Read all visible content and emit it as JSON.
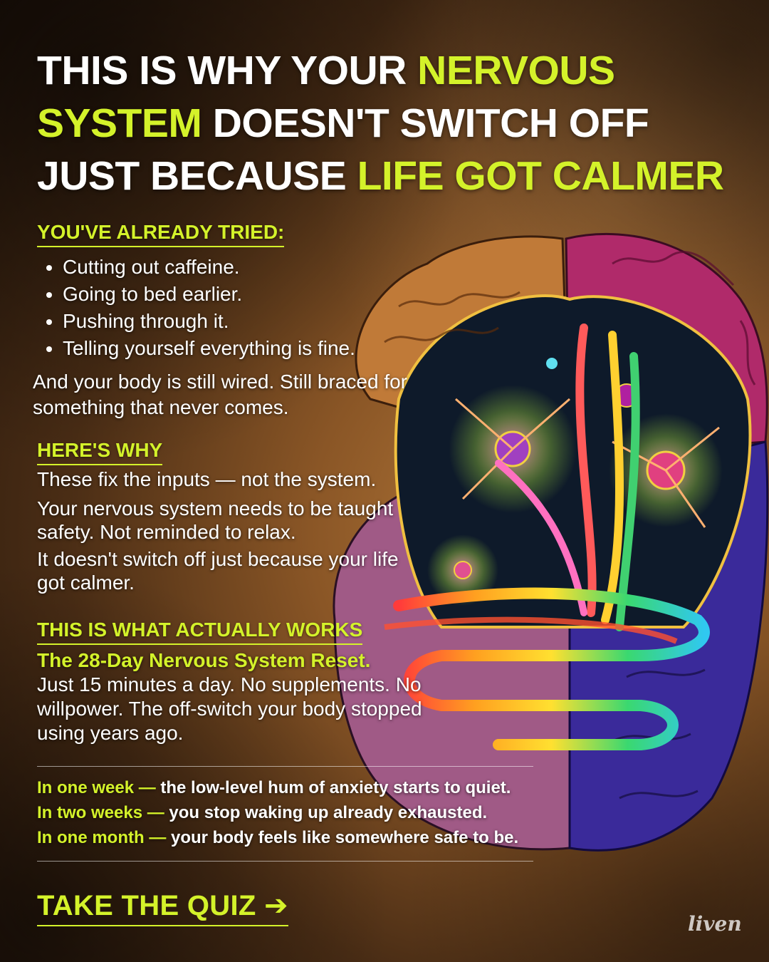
{
  "headline": {
    "part1": "THIS IS WHY YOUR ",
    "part2": "NERVOUS SYSTEM",
    "part3": " DOESN'T SWITCH OFF JUST BECAUSE ",
    "part4": "LIFE GOT CALMER"
  },
  "tried": {
    "heading": "YOU'VE ALREADY TRIED:",
    "items": [
      "Cutting out caffeine.",
      "Going to bed earlier.",
      "Pushing through it.",
      "Telling yourself everything is fine."
    ],
    "after": "And your body is still wired. Still braced for something that never comes."
  },
  "why": {
    "heading": "HERE'S WHY",
    "p1": "These fix the inputs — not the system.",
    "p2": "Your nervous system needs to be taught safety. Not reminded to relax.",
    "p3": "It doesn't switch off just because your life got calmer."
  },
  "works": {
    "heading": "THIS IS WHAT ACTUALLY WORKS",
    "program": "The 28-Day Nervous System Reset.",
    "description": "Just 15 minutes a day. No supplements. No willpower. The off-switch your body stopped using years ago."
  },
  "timeline": [
    {
      "when": "In one week —",
      "text": " the low-level hum of anxiety starts to quiet."
    },
    {
      "when": "In two weeks —",
      "text": " you stop waking up already exhausted."
    },
    {
      "when": "In one month —",
      "text": " your body feels like somewhere safe to be."
    }
  ],
  "cta": {
    "label": "TAKE THE QUIZ",
    "arrow": "➔"
  },
  "brand": {
    "logo_text": "liven"
  },
  "colors": {
    "accent": "#d4f22a",
    "text": "#ffffff",
    "background": "#5a3518"
  }
}
